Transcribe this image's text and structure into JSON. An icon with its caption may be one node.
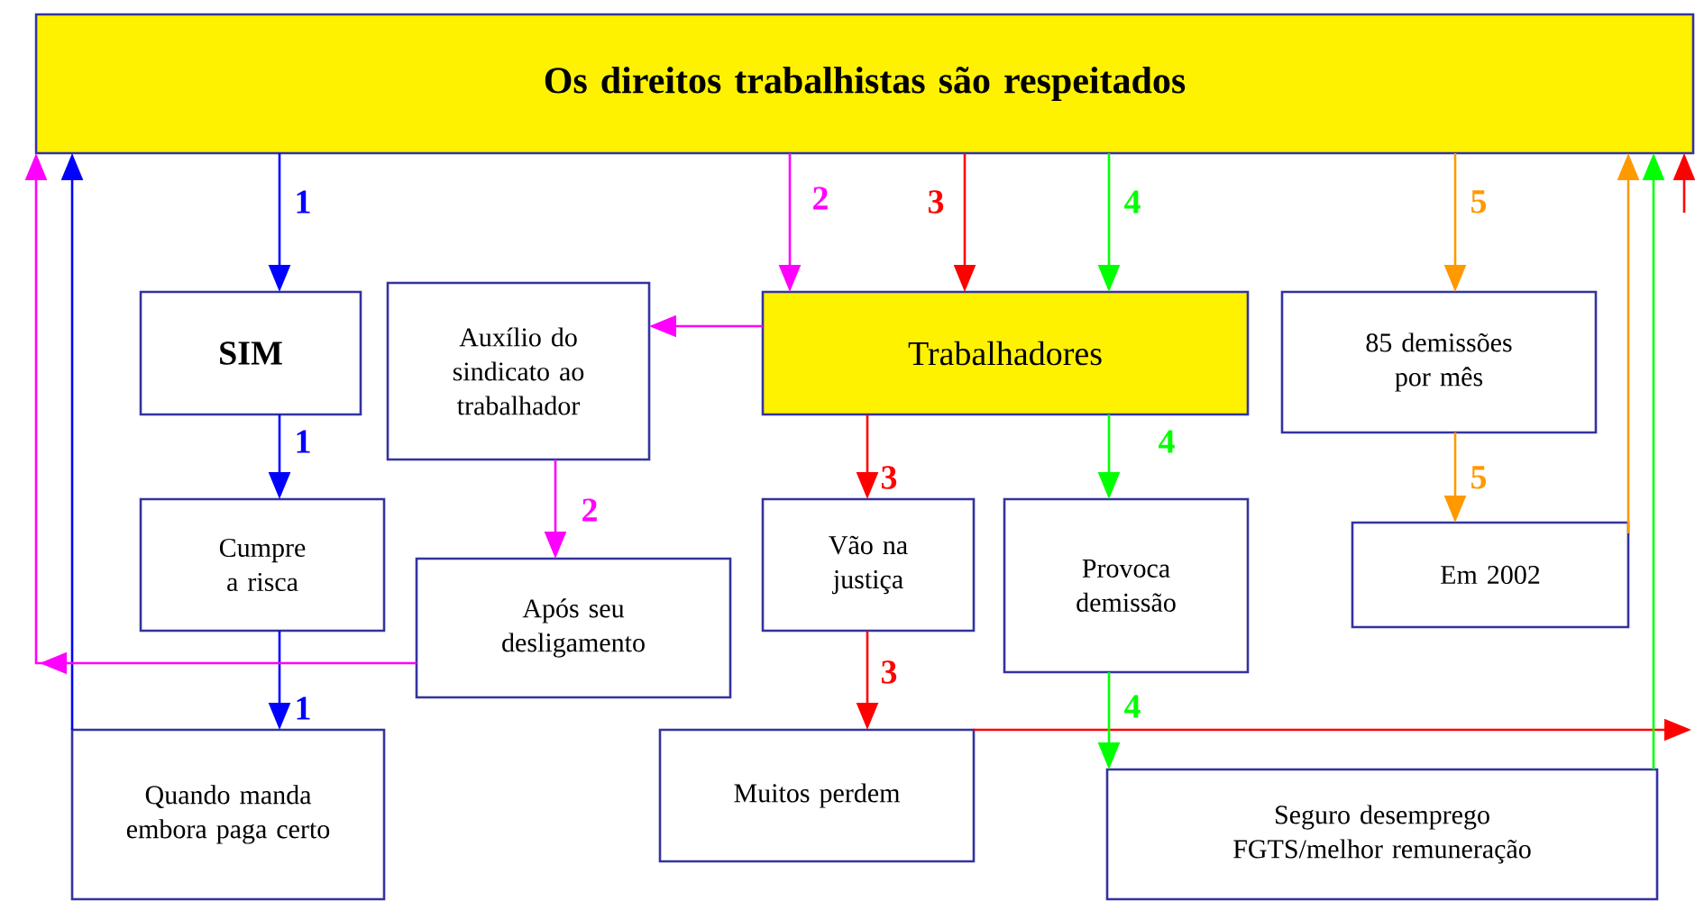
{
  "diagram": {
    "nodes": [
      {
        "text": [
          "Os direitos trabalhistas são respeitados"
        ]
      },
      {
        "text": [
          "SIM"
        ]
      },
      {
        "text": [
          "Auxílio do sindicato ao trabalhador"
        ]
      },
      {
        "text": [
          "Trabalhadores"
        ]
      },
      {
        "text": [
          "85 demissões por mês"
        ]
      },
      {
        "text": [
          "Cumpre a risca"
        ]
      },
      {
        "text": [
          "Após seu desligamento"
        ]
      },
      {
        "text": [
          "Vão na justiça"
        ]
      },
      {
        "text": [
          "Provoca demissão"
        ]
      },
      {
        "text": [
          "Em 2002"
        ]
      },
      {
        "text": [
          "Quando manda embora paga certo"
        ]
      },
      {
        "text": [
          "Muitos perdem"
        ]
      },
      {
        "text": [
          "Seguro desemprego FGTS/melhor remuneração"
        ]
      }
    ],
    "edges": [
      {
        "from": 0,
        "to": 1,
        "arrow": "to",
        "label": "1",
        "color": "#0000ff"
      },
      {
        "from": 1,
        "to": 5,
        "arrow": "to",
        "label": "1",
        "color": "#0000ff"
      },
      {
        "from": 5,
        "to": 10,
        "arrow": "to",
        "label": "1",
        "color": "#0000ff"
      },
      {
        "from": 10,
        "to": 0,
        "arrow": "to",
        "color": "#0000ff"
      },
      {
        "from": 0,
        "to": 3,
        "arrow": "to",
        "label": "2",
        "color": "#ff00ff"
      },
      {
        "from": 3,
        "to": 2,
        "arrow": "to",
        "color": "#ff00ff"
      },
      {
        "from": 2,
        "to": 6,
        "arrow": "to",
        "label": "2",
        "color": "#ff00ff"
      },
      {
        "from": 6,
        "to": 0,
        "arrow": "to",
        "color": "#ff00ff"
      },
      {
        "from": 0,
        "to": 3,
        "arrow": "to",
        "label": "3",
        "color": "#ff0000"
      },
      {
        "from": 3,
        "to": 7,
        "arrow": "to",
        "label": "3",
        "color": "#ff0000"
      },
      {
        "from": 7,
        "to": 11,
        "arrow": "to",
        "label": "3",
        "color": "#ff0000"
      },
      {
        "from": 11,
        "to": null,
        "arrow": "to",
        "color": "#ff0000"
      },
      {
        "from": null,
        "to": 0,
        "arrow": "to",
        "color": "#ff0000"
      },
      {
        "from": 0,
        "to": 3,
        "arrow": "to",
        "label": "4",
        "color": "#00ff00"
      },
      {
        "from": 3,
        "to": 8,
        "arrow": "to",
        "label": "4",
        "color": "#00ff00"
      },
      {
        "from": 8,
        "to": 12,
        "arrow": "to",
        "label": "4",
        "color": "#00ff00"
      },
      {
        "from": 12,
        "to": 0,
        "arrow": "to",
        "color": "#00ff00"
      },
      {
        "from": 0,
        "to": 4,
        "arrow": "to",
        "label": "5",
        "color": "#ff9900"
      },
      {
        "from": 4,
        "to": 9,
        "arrow": "to",
        "label": "5",
        "color": "#ff9900"
      },
      {
        "from": 9,
        "to": 0,
        "arrow": "to",
        "color": "#ff9900"
      }
    ]
  }
}
